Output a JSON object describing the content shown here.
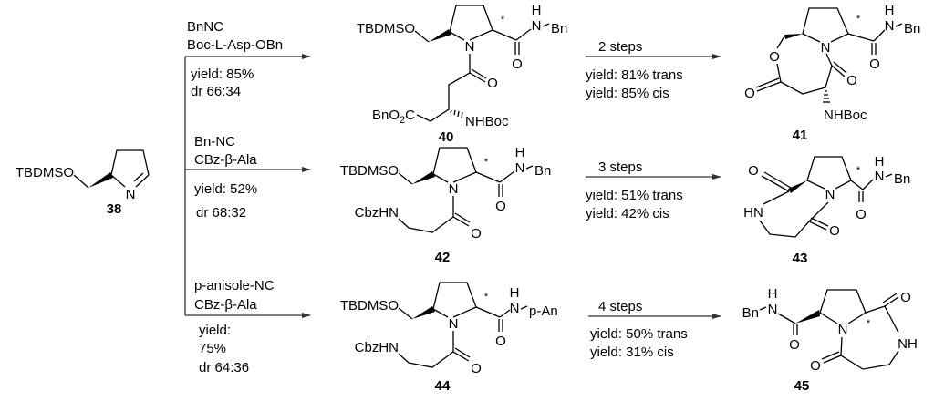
{
  "starting_material": {
    "id": "38",
    "group": "TBDMSO",
    "n": "N"
  },
  "branches": [
    {
      "reagents": [
        "BnNC",
        "Boc-L-Asp-OBn"
      ],
      "conditions": [
        "yield: 85%",
        "dr 66:34"
      ]
    },
    {
      "reagents": [
        "Bn-NC",
        "CBz-β-Ala"
      ],
      "conditions": [
        "yield: 52%",
        "dr 68:32"
      ]
    },
    {
      "reagents": [
        "p-anisole-NC",
        "CBz-β-Ala"
      ],
      "conditions": [
        "yield:",
        "75%",
        "dr 64:36"
      ]
    }
  ],
  "steps": [
    {
      "label": "2 steps",
      "yields": [
        "yield: 81% trans",
        "yield: 85% cis"
      ]
    },
    {
      "label": "3 steps",
      "yields": [
        "yield: 51% trans",
        "yield: 42% cis"
      ]
    },
    {
      "label": "4 steps",
      "yields": [
        "yield: 50% trans",
        "yield: 31% cis"
      ]
    }
  ],
  "c40": {
    "id": "40",
    "tbdms": "TBDMSO",
    "n": "N",
    "h": "H",
    "namide": "N",
    "bn": "Bn",
    "o1": "O",
    "o2": "O",
    "star": "*",
    "ester_a": "BnO",
    "ester_sub": "2",
    "ester_b": "C",
    "nhboc": "NHBoc"
  },
  "c41": {
    "id": "41",
    "n": "N",
    "h": "H",
    "namide": "N",
    "bn": "Bn",
    "o1": "O",
    "o_ring": "O",
    "o_ester": "O",
    "o_lactam": "O",
    "star": "*",
    "nhboc": "NHBoc"
  },
  "c42": {
    "id": "42",
    "tbdms": "TBDMSO",
    "n": "N",
    "h": "H",
    "namide": "N",
    "bn": "Bn",
    "o1": "O",
    "o2": "O",
    "star": "*",
    "cbz": "CbzHN"
  },
  "c43": {
    "id": "43",
    "n": "N",
    "h": "H",
    "namide": "N",
    "bn": "Bn",
    "o1": "O",
    "o_a": "O",
    "o_b": "O",
    "hn": "HN",
    "star": "*"
  },
  "c44": {
    "id": "44",
    "tbdms": "TBDMSO",
    "n": "N",
    "h": "H",
    "namide": "N",
    "pan": "p-An",
    "o1": "O",
    "o2": "O",
    "star": "*",
    "cbz": "CbzHN"
  },
  "c45": {
    "id": "45",
    "bn": "Bn",
    "namide": "N",
    "h": "H",
    "n": "N",
    "o1": "O",
    "o_a": "O",
    "o_b": "O",
    "nh": "NH",
    "star": "*"
  }
}
